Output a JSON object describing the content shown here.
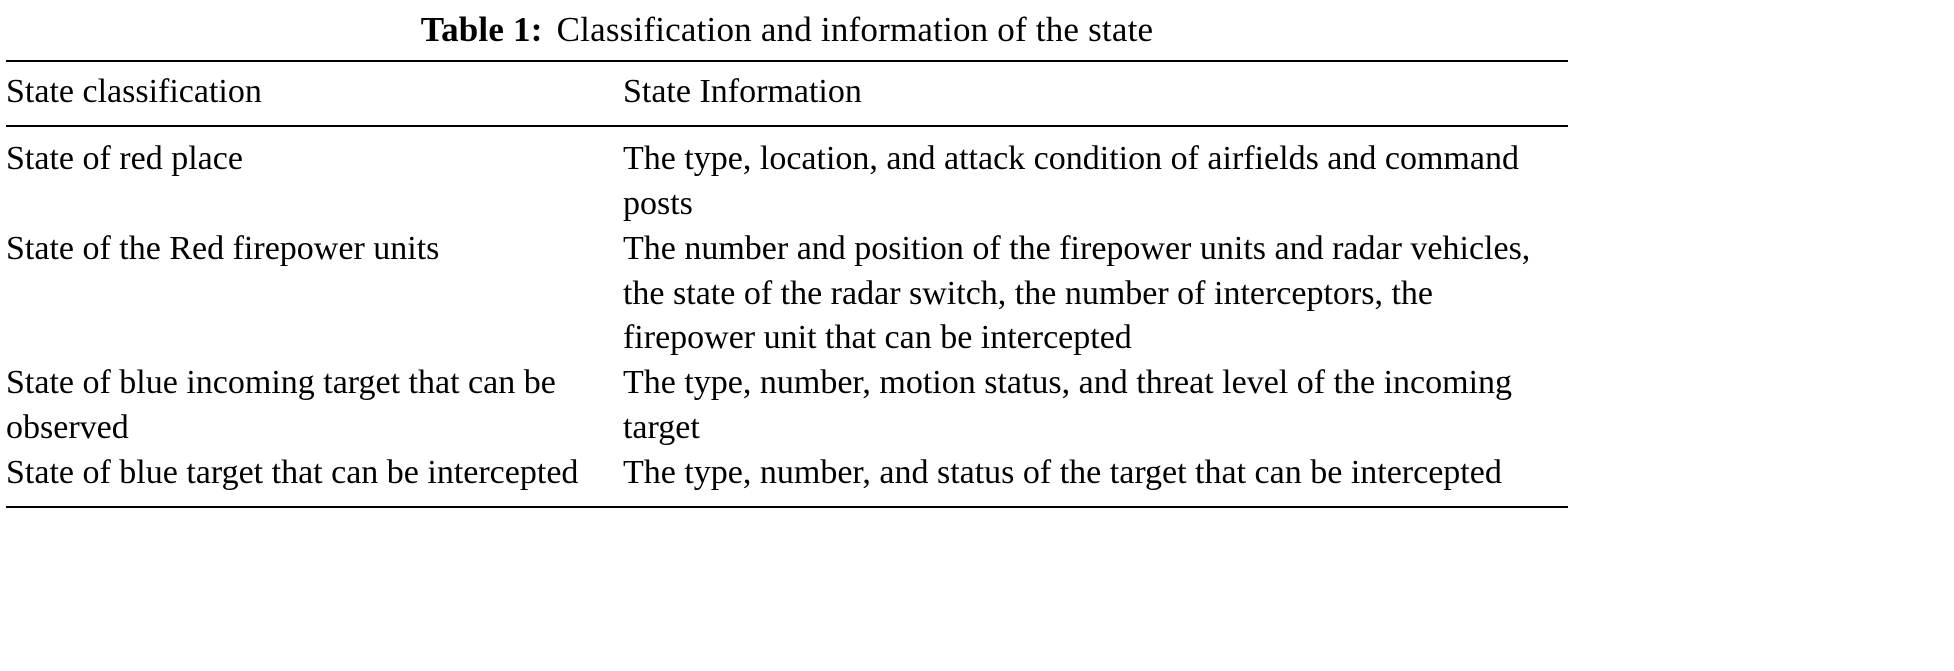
{
  "caption": {
    "label": "Table 1:",
    "text": "Classification and information of the state"
  },
  "table": {
    "headers": [
      "State classification",
      "State Information"
    ],
    "rows": [
      {
        "classification": "State of red place",
        "information": "The type, location, and attack condition of airfields and command posts"
      },
      {
        "classification": "State of the Red firepower units",
        "information": "The number and position of the firepower units and radar vehicles, the state of the radar switch, the number of interceptors, the firepower unit that can be intercepted"
      },
      {
        "classification": "State of blue incoming target that can be observed",
        "information": "The type, number, motion status, and threat level of the incoming target"
      },
      {
        "classification": "State of blue target that can be intercepted",
        "information": "The type, number, and status of the target that can be intercepted"
      }
    ]
  }
}
